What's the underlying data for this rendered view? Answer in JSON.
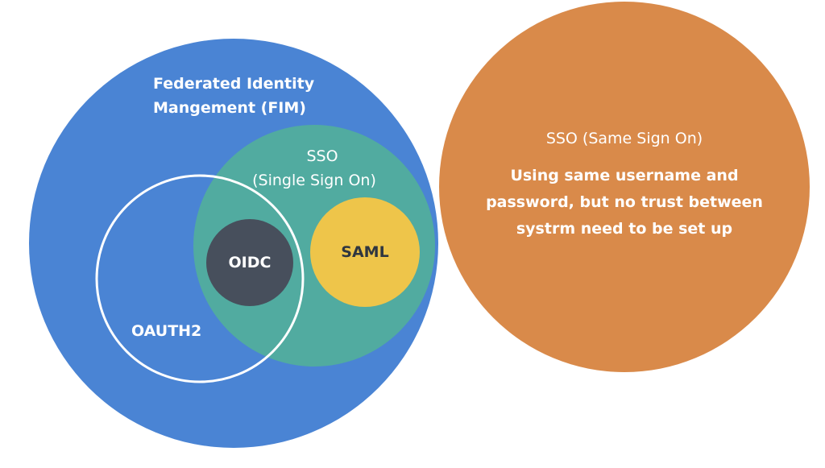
{
  "colors": {
    "fim": "#4a84d4",
    "sso": "#51aba0",
    "oidc": "#474f5c",
    "saml": "#eec54a",
    "oauth2_stroke": "#ffffff",
    "same_sign_on": "#d98a4a"
  },
  "fim": {
    "label_line1": "Federated Identity",
    "label_line2": "Mangement (FIM)"
  },
  "sso": {
    "label_line1": "SSO",
    "label_line2": "(Single Sign On)"
  },
  "oidc": {
    "label": "OIDC"
  },
  "saml": {
    "label": "SAML"
  },
  "oauth2": {
    "label": "OAUTH2"
  },
  "same_sign_on": {
    "title": "SSO (Same Sign On)",
    "desc_line1": "Using same username and",
    "desc_line2": "password, but no trust between",
    "desc_line3": "systrm need to be set up"
  }
}
